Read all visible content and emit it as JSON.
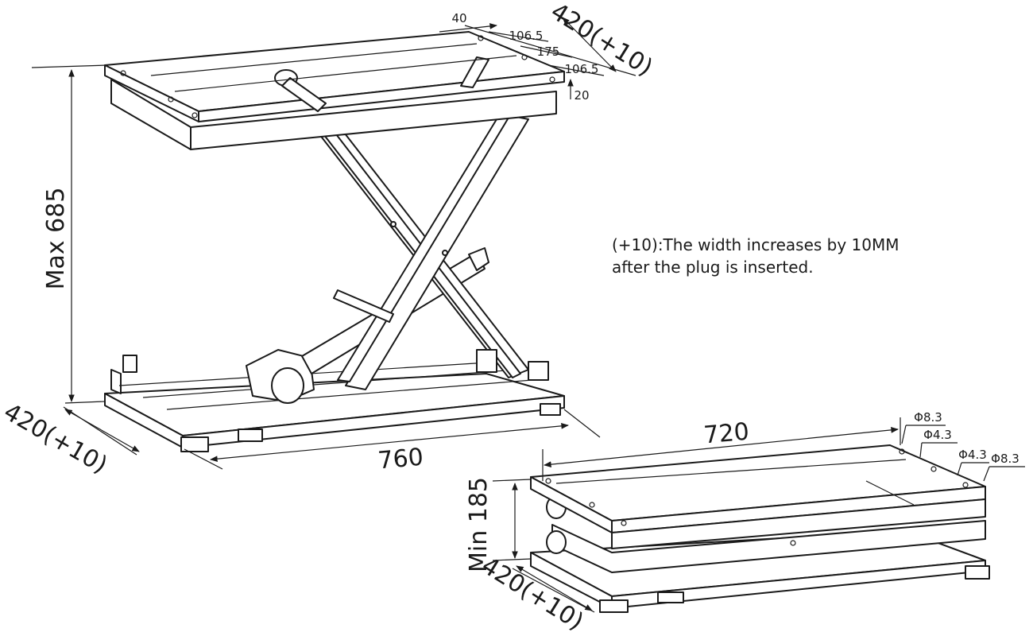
{
  "note": {
    "line1": "(+10):The width increases by 10MM",
    "line2": "after the plug is inserted."
  },
  "raised": {
    "height": "Max 685",
    "length": "760",
    "width": "420(+10)",
    "top_width": "420(+10)",
    "top_spacing_40": "40",
    "top_spacing_106a": "106.5",
    "top_spacing_175": "175",
    "top_spacing_106b": "106.5",
    "top_rail_20": "20"
  },
  "lowered": {
    "height": "Min 185",
    "length": "720",
    "width": "420(+10)",
    "hole_a": "Φ8.3",
    "hole_b": "Φ4.3",
    "hole_c": "Φ4.3",
    "hole_d": "Φ8.3"
  }
}
